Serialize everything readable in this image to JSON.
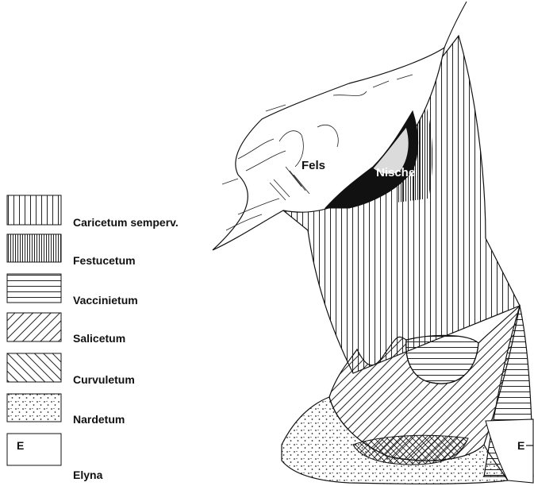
{
  "legend": [
    {
      "pattern": "vertical-lines",
      "label": "Caricetum semperv."
    },
    {
      "pattern": "dense-vertical-lines",
      "label": "Festucetum"
    },
    {
      "pattern": "horizontal-lines",
      "label": "Vaccinietum"
    },
    {
      "pattern": "diagonal-forward-lines",
      "label": "Salicetum"
    },
    {
      "pattern": "diagonal-backward-lines",
      "label": "Curvuletum"
    },
    {
      "pattern": "dots",
      "label": "Nardetum"
    },
    {
      "pattern": "letter-e",
      "label": "Elyna",
      "symbol": "E"
    }
  ],
  "map_labels": {
    "rock": "Fels",
    "niche": "Nische",
    "elyna_marker": "E"
  }
}
